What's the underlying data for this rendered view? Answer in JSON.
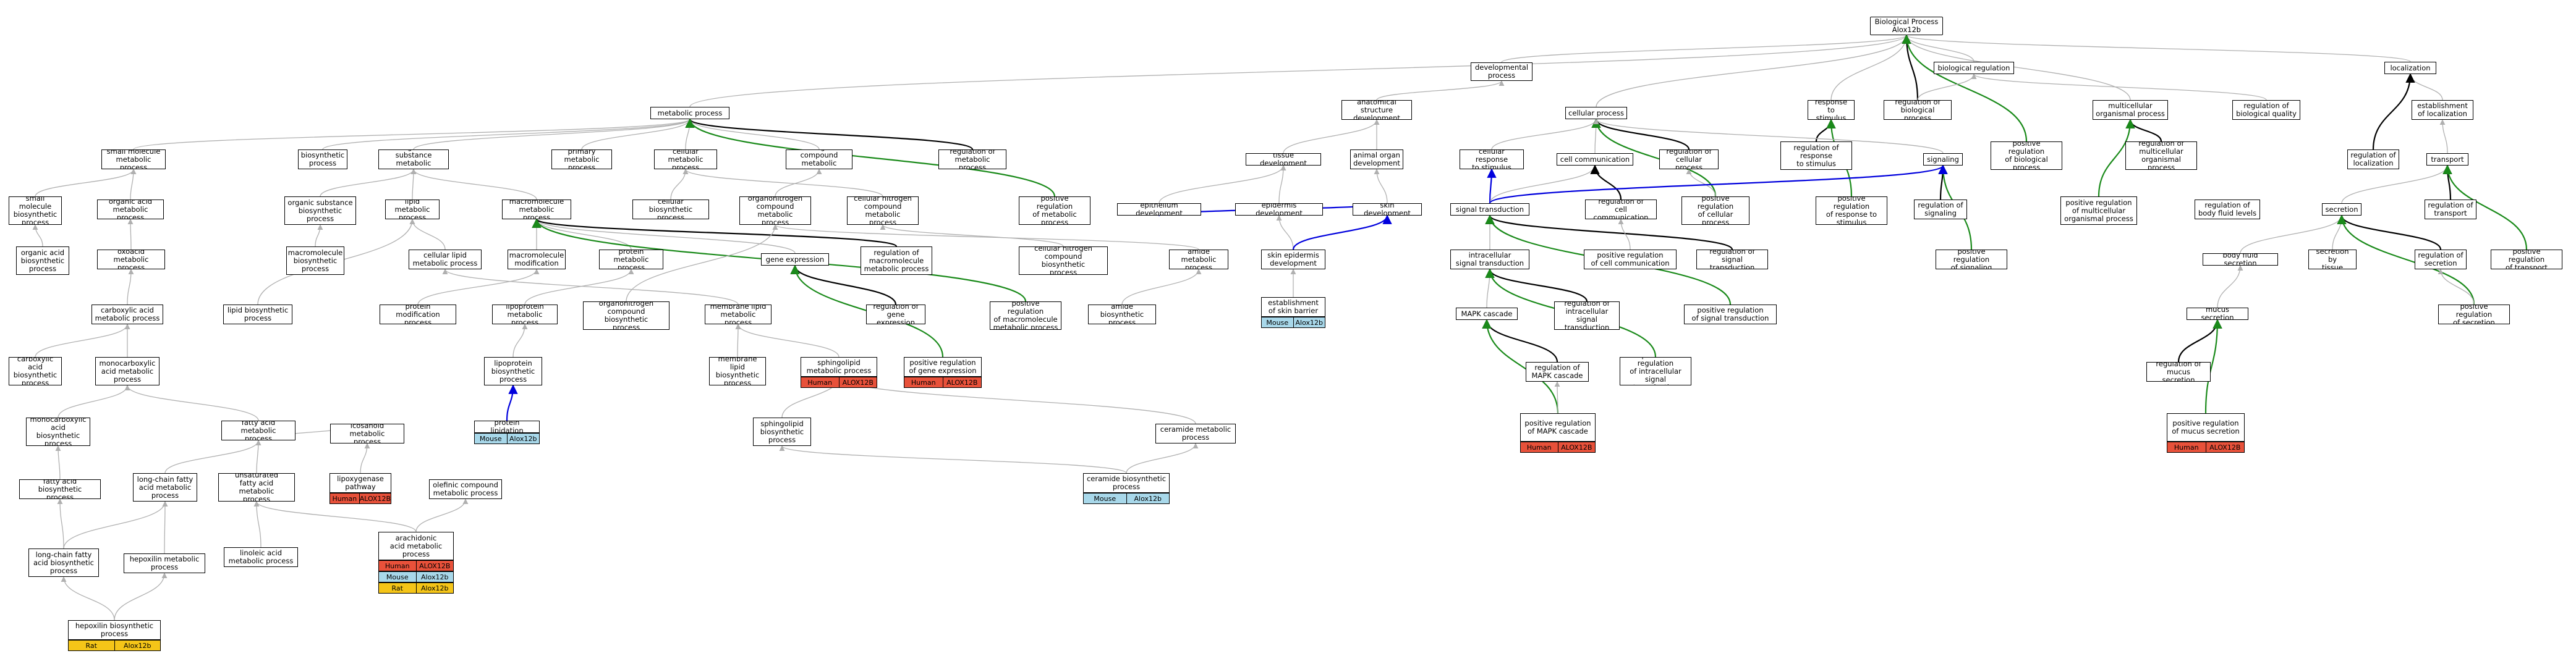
{
  "graph": {
    "nodes": {
      "bp": "Biological Process\nAlox12b",
      "devproc": "developmental\nprocess",
      "bioreg": "biological regulation",
      "localization": "localization",
      "metproc": "metabolic process",
      "anatstruct": "anatomical structure\ndevelopment",
      "cellproc": "cellular process",
      "respstim": "response to\nstimulus",
      "regbioproc": "regulation of\nbiological process",
      "multiorg": "multicellular\norganismal process",
      "regbioqual": "regulation of\nbiological quality",
      "estloc": "establishment\nof localization",
      "smallmol": "small molecule\nmetabolic process",
      "biosynth": "biosynthetic\nprocess",
      "orgsubst": "organic substance\nmetabolic process",
      "primmet": "primary metabolic\nprocess",
      "cellmet": "cellular metabolic\nprocess",
      "nitrogen": "nitrogen compound\nmetabolic process",
      "regmet": "regulation of\nmetabolic process",
      "tissuedev": "tissue development",
      "animorgan": "animal organ\ndevelopment",
      "cellresp": "cellular response\nto stimulus",
      "cellcomm": "cell communication",
      "regcellproc": "regulation of\ncellular process",
      "regresp": "regulation of response\nto stimulus",
      "signaling": "signaling",
      "posregbio": "positive regulation\nof biological\nprocess",
      "regmulti": "regulation of\nmulticellular\norganismal process",
      "regloc": "regulation of\nlocalization",
      "transport": "transport",
      "smallmolbio": "small molecule\nbiosynthetic\nprocess",
      "orgacid": "organic acid\nmetabolic process",
      "orgsubbio": "organic substance\nbiosynthetic\nprocess",
      "lipidmet": "lipid metabolic\nprocess",
      "macromet": "macromolecule\nmetabolic process",
      "cellbio": "cellular biosynthetic\nprocess",
      "organonitro": "organonitrogen\ncompound metabolic\nprocess",
      "cellnitro": "cellular nitrogen\ncompound metabolic\nprocess",
      "posregmet": "positive regulation\nof metabolic\nprocess",
      "epithdev": "epithelium development",
      "epidermisdev": "epidermis development",
      "skindev": "skin development",
      "sigtrans": "signal transduction",
      "regcellcomm": "regulation of\ncell communication",
      "posregcell": "positive regulation\nof cellular\nprocess",
      "posregresp": "positive regulation\nof response to\nstimulus",
      "regsignaling": "regulation of\nsignaling",
      "posregmulti": "positive regulation\nof multicellular\norganismal process",
      "regbodyfluid": "regulation of\nbody fluid levels",
      "secretion": "secretion",
      "regtransport": "regulation of\ntransport",
      "acidbio": "organic acid\nbiosynthetic\nprocess",
      "oxoacid": "oxoacid metabolic\nprocess",
      "macrobio": "macromolecule\nbiosynthetic\nprocess",
      "celllipid": "cellular lipid\nmetabolic process",
      "macromod": "macromolecule\nmodification",
      "proteinmet": "protein metabolic\nprocess",
      "geneexpr": "gene expression",
      "regmacro": "regulation of\nmacromolecule\nmetabolic process",
      "cellnitrobio": "cellular nitrogen\ncompound biosynthetic\nprocess",
      "amidemet": "amide metabolic\nprocess",
      "skinepi": "skin epidermis\ndevelopment",
      "intracell": "intracellular\nsignal transduction",
      "posregcomm": "positive regulation\nof cell communication",
      "regsigtrans": "regulation of\nsignal transduction",
      "posregsig": "positive regulation\nof signaling",
      "bodyfluid": "body fluid secretion",
      "secbytissue": "secretion by\ntissue",
      "regsecretion": "regulation of\nsecretion",
      "posregtrans": "positive regulation\nof transport",
      "carboxacid": "carboxylic acid\nmetabolic process",
      "lipidbio": "lipid biosynthetic\nprocess",
      "proteinmod": "protein modification\nprocess",
      "lipoprotmet": "lipoprotein\nmetabolic process",
      "organonitrobio": "organonitrogen\ncompound biosynthetic\nprocess",
      "memlipidmet": "membrane lipid\nmetabolic process",
      "regge": "regulation of\ngene expression",
      "posregmacro": "positive regulation\nof macromolecule\nmetabolic process",
      "amidebio": "amide biosynthetic\nprocess",
      "estskin": "establishment\nof skin barrier",
      "mapk": "MAPK cascade",
      "regintra": "regulation of\nintracellular\nsignal transduction",
      "posregsigtrans": "positive regulation\nof signal transduction",
      "mucus": "mucus secretion",
      "posregsec": "positive regulation\nof secretion",
      "carbacidbio": "carboxylic acid\nbiosynthetic\nprocess",
      "monocarbmet": "monocarboxylic\nacid metabolic\nprocess",
      "lipoprotbio": "lipoprotein\nbiosynthetic\nprocess",
      "memlipidbio": "membrane lipid\nbiosynthetic\nprocess",
      "sphingomet": "sphingolipid\nmetabolic process",
      "posregge": "positive regulation\nof gene expression",
      "regmapk": "regulation of\nMAPK cascade",
      "posregintra": "positive regulation\nof intracellular\nsignal transduction",
      "regmucus": "regulation of\nmucus secretion",
      "monocarbbio": "monocarboxylic\nacid biosynthetic\nprocess",
      "fattyacidmet": "fatty acid metabolic\nprocess",
      "eicosanoid": "icosanoid metabolic\nprocess",
      "protlipid": "protein lipidation",
      "sphingobio": "sphingolipid\nbiosynthetic\nprocess",
      "ceramidemet": "ceramide metabolic\nprocess",
      "posregmapk": "positive regulation\nof MAPK cascade",
      "posregmucus": "positive regulation\nof mucus secretion",
      "fattyacidbio": "fatty acid biosynthetic\nprocess",
      "longchain": "long-chain fatty\nacid metabolic\nprocess",
      "unsatfatty": "unsaturated\nfatty acid metabolic\nprocess",
      "lipoxygenase": "lipoxygenase\npathway",
      "olefinic": "olefinic compound\nmetabolic process",
      "ceramidebio": "ceramide biosynthetic\nprocess",
      "longchainbio": "long-chain fatty\nacid biosynthetic\nprocess",
      "hepoxilinmet": "hepoxilin metabolic\nprocess",
      "linoleic": "linoleic acid\nmetabolic process",
      "arachidonic": "arachidonic\nacid metabolic\nprocess",
      "hepoxilinbio": "hepoxilin biosynthetic\nprocess"
    },
    "annotations": [
      {
        "species": "Mouse",
        "gene": "Alox12b"
      },
      {
        "species": "Human",
        "gene": "ALOX12B"
      },
      {
        "species": "Human",
        "gene": "ALOX12B"
      },
      {
        "species": "Mouse",
        "gene": "Alox12b"
      },
      {
        "species": "Human",
        "gene": "ALOX12B"
      },
      {
        "species": "Human",
        "gene": "ALOX12B"
      },
      {
        "species": "Mouse",
        "gene": "Alox12b"
      },
      {
        "species": "Human",
        "gene": "ALOX12B"
      },
      {
        "species": "Human",
        "gene": "ALOX12B"
      },
      {
        "species": "Mouse",
        "gene": "Alox12b"
      },
      {
        "species": "Human",
        "gene": "ALOX12B"
      },
      {
        "species": "Mouse",
        "gene": "Alox12b"
      },
      {
        "species": "Rat",
        "gene": "Alox12b"
      },
      {
        "species": "Rat",
        "gene": "Alox12b"
      }
    ],
    "colors": {
      "Human": "#e8513a",
      "Mouse": "#a8d8ea",
      "Rat": "#f5c518",
      "is_a": "#b0b0b0",
      "regulates": "#000000",
      "positively_regulates": "#1a8a1a",
      "part_of": "#0000dd"
    }
  }
}
